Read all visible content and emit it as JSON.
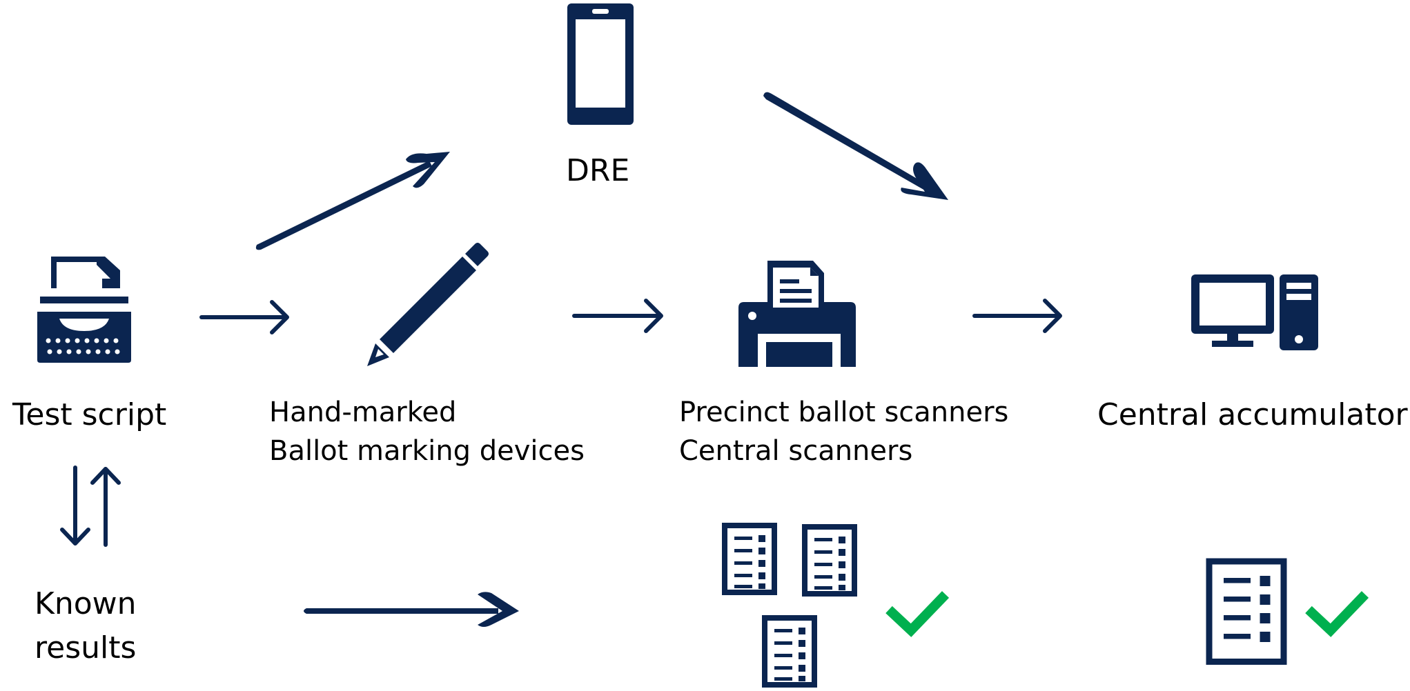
{
  "colors": {
    "icon": "#0b2550",
    "check": "#00b04f",
    "text": "#000000",
    "background": "#ffffff"
  },
  "nodes": {
    "test_script": {
      "label": "Test script",
      "icon": "typewriter-icon"
    },
    "known_results": {
      "line1": "Known",
      "line2": "results",
      "icon": "swap-arrows-icon"
    },
    "dre": {
      "label": "DRE",
      "icon": "smartphone-icon"
    },
    "marking": {
      "line1": "Hand-marked",
      "line2": "Ballot marking devices",
      "icon": "pencil-icon"
    },
    "scanners": {
      "line1": "Precinct ballot scanners",
      "line2": "Central scanners",
      "icon": "printer-icon"
    },
    "accumulator": {
      "label": "Central accumulator",
      "icon": "desktop-computer-icon"
    }
  },
  "results": {
    "scanner_reports": {
      "icon": "ballot-report-icon",
      "count": 3,
      "status_icon": "checkmark-icon"
    },
    "accumulator_report": {
      "icon": "ballot-report-icon",
      "count": 1,
      "status_icon": "checkmark-icon"
    }
  },
  "edges": [
    {
      "from": "test_script",
      "to": "marking"
    },
    {
      "from": "test_script",
      "to": "dre"
    },
    {
      "from": "dre",
      "to": "accumulator"
    },
    {
      "from": "marking",
      "to": "scanners"
    },
    {
      "from": "scanners",
      "to": "accumulator"
    },
    {
      "from": "test_script",
      "to": "known_results",
      "bidirectional": true
    },
    {
      "from": "known_results",
      "to": "scanner_reports"
    }
  ]
}
